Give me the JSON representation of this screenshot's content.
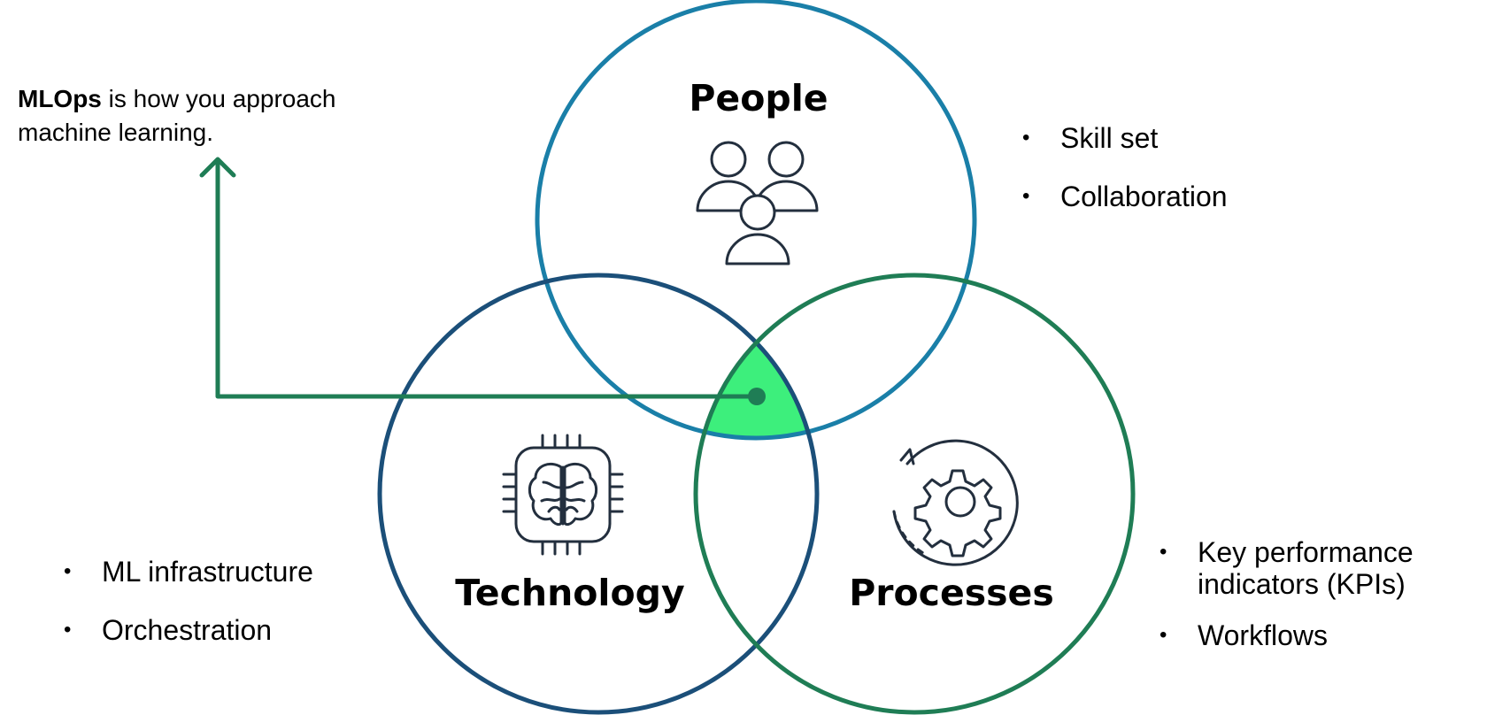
{
  "callout": {
    "bold": "MLOps",
    "rest_line1": " is how you approach",
    "line2": "machine learning."
  },
  "circles": {
    "people": {
      "title": "People",
      "icon": "people-group-icon",
      "color": "#1a7fa8",
      "bullets": [
        "Skill set",
        "Collaboration"
      ]
    },
    "technology": {
      "title": "Technology",
      "icon": "brain-chip-icon",
      "color": "#1b4f79",
      "bullets": [
        "ML infrastructure",
        "Orchestration"
      ]
    },
    "processes": {
      "title": "Processes",
      "icon": "gear-cycle-icon",
      "color": "#1f7d55",
      "bullets": [
        "Key performance indicators (KPIs)",
        "Workflows"
      ]
    }
  },
  "colors": {
    "intersection": "#3def7c",
    "arrow": "#1f7d55",
    "icon_stroke": "#232f3e"
  }
}
